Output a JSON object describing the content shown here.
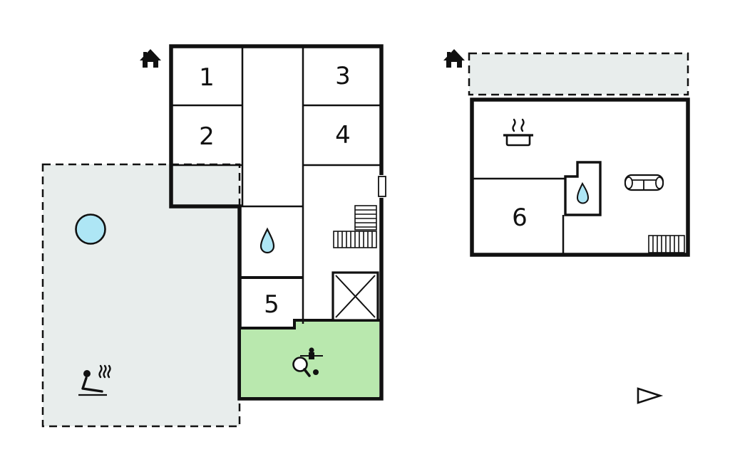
{
  "colors": {
    "wall": "#111111",
    "terrace_fill": "#e8edec",
    "water_fill": "#aee6f5",
    "game_room_fill": "#b9e8ae",
    "background": "#ffffff"
  },
  "ground_floor": {
    "rooms": {
      "r1": "1",
      "r2": "2",
      "r3": "3",
      "r4": "4",
      "r5": "5"
    },
    "icons": [
      "house-icon",
      "hot-tub-icon",
      "sauna-icon",
      "water-drop-icon",
      "stairs-icon",
      "technical-room-x-icon",
      "door-opening",
      "table-tennis-icon",
      "foosball-icon"
    ]
  },
  "first_floor": {
    "rooms": {
      "r6": "6"
    },
    "icons": [
      "house-icon",
      "kitchen-pot-icon",
      "water-drop-icon",
      "sofa-icon",
      "stairs-icon",
      "direction-arrow-icon"
    ]
  }
}
